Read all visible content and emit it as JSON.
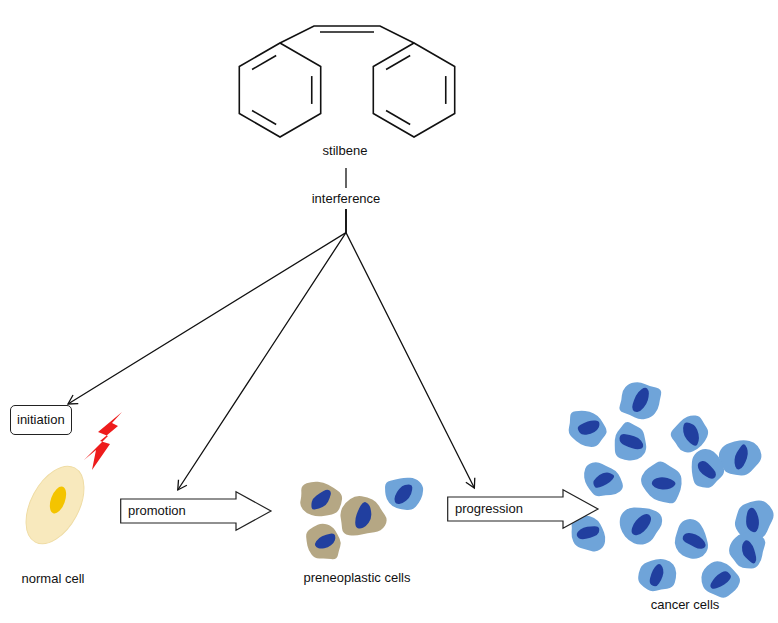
{
  "diagram": {
    "nodes": [
      {
        "text": [
          "interference"
        ]
      },
      {
        "text": [
          "initiation"
        ]
      },
      {
        "text": [
          "promotion"
        ]
      },
      {
        "text": [
          "progression"
        ]
      }
    ],
    "edges": [
      {
        "from": 0,
        "to": 1,
        "arrow": "to"
      },
      {
        "from": 0,
        "to": 2,
        "arrow": "to"
      },
      {
        "from": 0,
        "to": 3,
        "arrow": "to"
      }
    ],
    "labels": [
      "stilbene",
      "normal cell",
      "preneoplastic cells",
      "cancer cells"
    ]
  }
}
